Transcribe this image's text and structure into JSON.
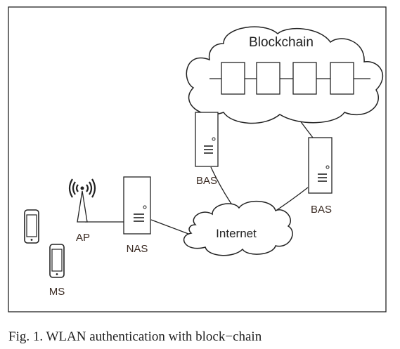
{
  "diagram": {
    "title_label": "Blockchain",
    "internet_label": "Internet",
    "bas_left_label": "BAS",
    "bas_right_label": "BAS",
    "nas_label": "NAS",
    "ap_label": "AP",
    "ms_label": "MS",
    "chain_block_count": 4,
    "icons": [
      "cloud-icon",
      "server-icon",
      "antenna-icon",
      "mobile-phone-icon"
    ]
  },
  "caption": "Fig. 1. WLAN authentication with block−chain"
}
